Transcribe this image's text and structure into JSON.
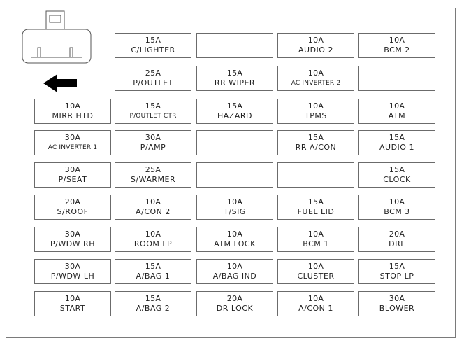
{
  "diagram": {
    "icons": [
      "connector-icon",
      "arrow-left-icon"
    ],
    "colors": {
      "border": "#6b6b6b",
      "text": "#222222",
      "arrow": "#000000"
    },
    "fuses": [
      {
        "id": "c-lighter",
        "amp": "15A",
        "name": "C/LIGHTER"
      },
      {
        "id": "blank-r1c3",
        "amp": "",
        "name": ""
      },
      {
        "id": "audio-2",
        "amp": "10A",
        "name": "AUDIO 2"
      },
      {
        "id": "bcm-2",
        "amp": "10A",
        "name": "BCM 2"
      },
      {
        "id": "p-outlet",
        "amp": "25A",
        "name": "P/OUTLET"
      },
      {
        "id": "rr-wiper",
        "amp": "15A",
        "name": "RR WIPER"
      },
      {
        "id": "ac-inverter-2",
        "amp": "10A",
        "name": "AC INVERTER 2"
      },
      {
        "id": "blank-r2c5",
        "amp": "",
        "name": ""
      },
      {
        "id": "mirr-htd",
        "amp": "10A",
        "name": "MIRR HTD"
      },
      {
        "id": "p-outlet-ctr",
        "amp": "15A",
        "name": "P/OUTLET CTR"
      },
      {
        "id": "hazard",
        "amp": "15A",
        "name": "HAZARD"
      },
      {
        "id": "tpms",
        "amp": "10A",
        "name": "TPMS"
      },
      {
        "id": "atm",
        "amp": "10A",
        "name": "ATM"
      },
      {
        "id": "ac-inverter-1",
        "amp": "30A",
        "name": "AC INVERTER 1"
      },
      {
        "id": "p-amp",
        "amp": "30A",
        "name": "P/AMP"
      },
      {
        "id": "blank-r4c3",
        "amp": "",
        "name": ""
      },
      {
        "id": "rr-a-con",
        "amp": "15A",
        "name": "RR A/CON"
      },
      {
        "id": "audio-1",
        "amp": "15A",
        "name": "AUDIO 1"
      },
      {
        "id": "p-seat",
        "amp": "30A",
        "name": "P/SEAT"
      },
      {
        "id": "s-warmer",
        "amp": "25A",
        "name": "S/WARMER"
      },
      {
        "id": "blank-r5c3",
        "amp": "",
        "name": ""
      },
      {
        "id": "blank-r5c4",
        "amp": "",
        "name": ""
      },
      {
        "id": "clock",
        "amp": "15A",
        "name": "CLOCK"
      },
      {
        "id": "s-roof",
        "amp": "20A",
        "name": "S/ROOF"
      },
      {
        "id": "a-con-2",
        "amp": "10A",
        "name": "A/CON 2"
      },
      {
        "id": "t-sig",
        "amp": "10A",
        "name": "T/SIG"
      },
      {
        "id": "fuel-lid",
        "amp": "15A",
        "name": "FUEL LID"
      },
      {
        "id": "bcm-3",
        "amp": "10A",
        "name": "BCM 3"
      },
      {
        "id": "p-wdw-rh",
        "amp": "30A",
        "name": "P/WDW RH"
      },
      {
        "id": "room-lp",
        "amp": "10A",
        "name": "ROOM LP"
      },
      {
        "id": "atm-lock",
        "amp": "10A",
        "name": "ATM LOCK"
      },
      {
        "id": "bcm-1",
        "amp": "10A",
        "name": "BCM 1"
      },
      {
        "id": "drl",
        "amp": "20A",
        "name": "DRL"
      },
      {
        "id": "p-wdw-lh",
        "amp": "30A",
        "name": "P/WDW LH"
      },
      {
        "id": "a-bag-1",
        "amp": "15A",
        "name": "A/BAG 1"
      },
      {
        "id": "a-bag-ind",
        "amp": "10A",
        "name": "A/BAG IND"
      },
      {
        "id": "cluster",
        "amp": "10A",
        "name": "CLUSTER"
      },
      {
        "id": "stop-lp",
        "amp": "15A",
        "name": "STOP LP"
      },
      {
        "id": "start",
        "amp": "10A",
        "name": "START"
      },
      {
        "id": "a-bag-2",
        "amp": "15A",
        "name": "A/BAG 2"
      },
      {
        "id": "dr-lock",
        "amp": "20A",
        "name": "DR LOCK"
      },
      {
        "id": "a-con-1",
        "amp": "10A",
        "name": "A/CON 1"
      },
      {
        "id": "blower",
        "amp": "30A",
        "name": "BLOWER"
      }
    ]
  }
}
